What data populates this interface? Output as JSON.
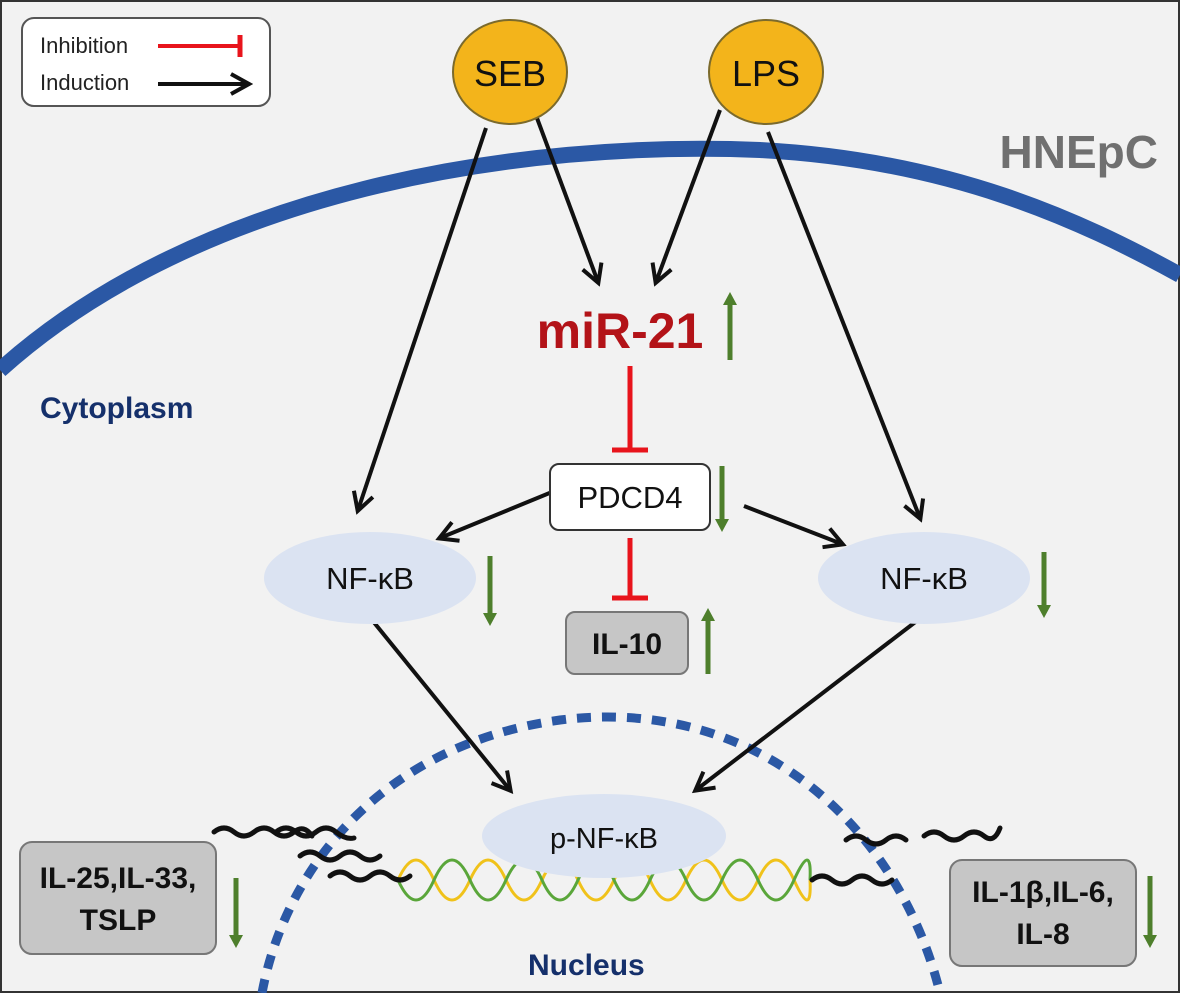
{
  "colors": {
    "background": "#f2f2f2",
    "membrane": "#2b58a5",
    "nuclear_envelope": "#2b58a5",
    "stimulus_fill": "#f3b41b",
    "stimulus_stroke": "#7b6a2c",
    "mirna_text": "#b31318",
    "inhibition": "#e8141c",
    "induction": "#111111",
    "regulation_arrow": "#4e7f2c",
    "nfkb_fill": "#dbe3f2",
    "cytokine_box_fill": "#c6c6c6",
    "compartment_label": "#15306b",
    "cell_label": "#707070",
    "dna_strand_a": "#f0c21a",
    "dna_strand_b": "#5aa63a"
  },
  "legend": {
    "inhibition_label": "Inhibition",
    "induction_label": "Induction"
  },
  "cell_label": "HNEpC",
  "compartments": {
    "cytoplasm": "Cytoplasm",
    "nucleus": "Nucleus"
  },
  "nodes": {
    "seb": "SEB",
    "lps": "LPS",
    "mirna": "miR-21",
    "pdcd4": "PDCD4",
    "nfkb_left": "NF-κB",
    "nfkb_right": "NF-κB",
    "il10": "IL-10",
    "p_nfkb": "p-NF-κB",
    "cytokines_left_line1": "IL-25,IL-33,",
    "cytokines_left_line2": "TSLP",
    "cytokines_right_line1": "IL-1β,IL-6,",
    "cytokines_right_line2": "IL-8"
  },
  "regulation": {
    "mirna": "up",
    "pdcd4": "down",
    "nfkb_left": "down",
    "nfkb_right": "down",
    "il10": "up",
    "cytokines_left": "down",
    "cytokines_right": "down"
  }
}
